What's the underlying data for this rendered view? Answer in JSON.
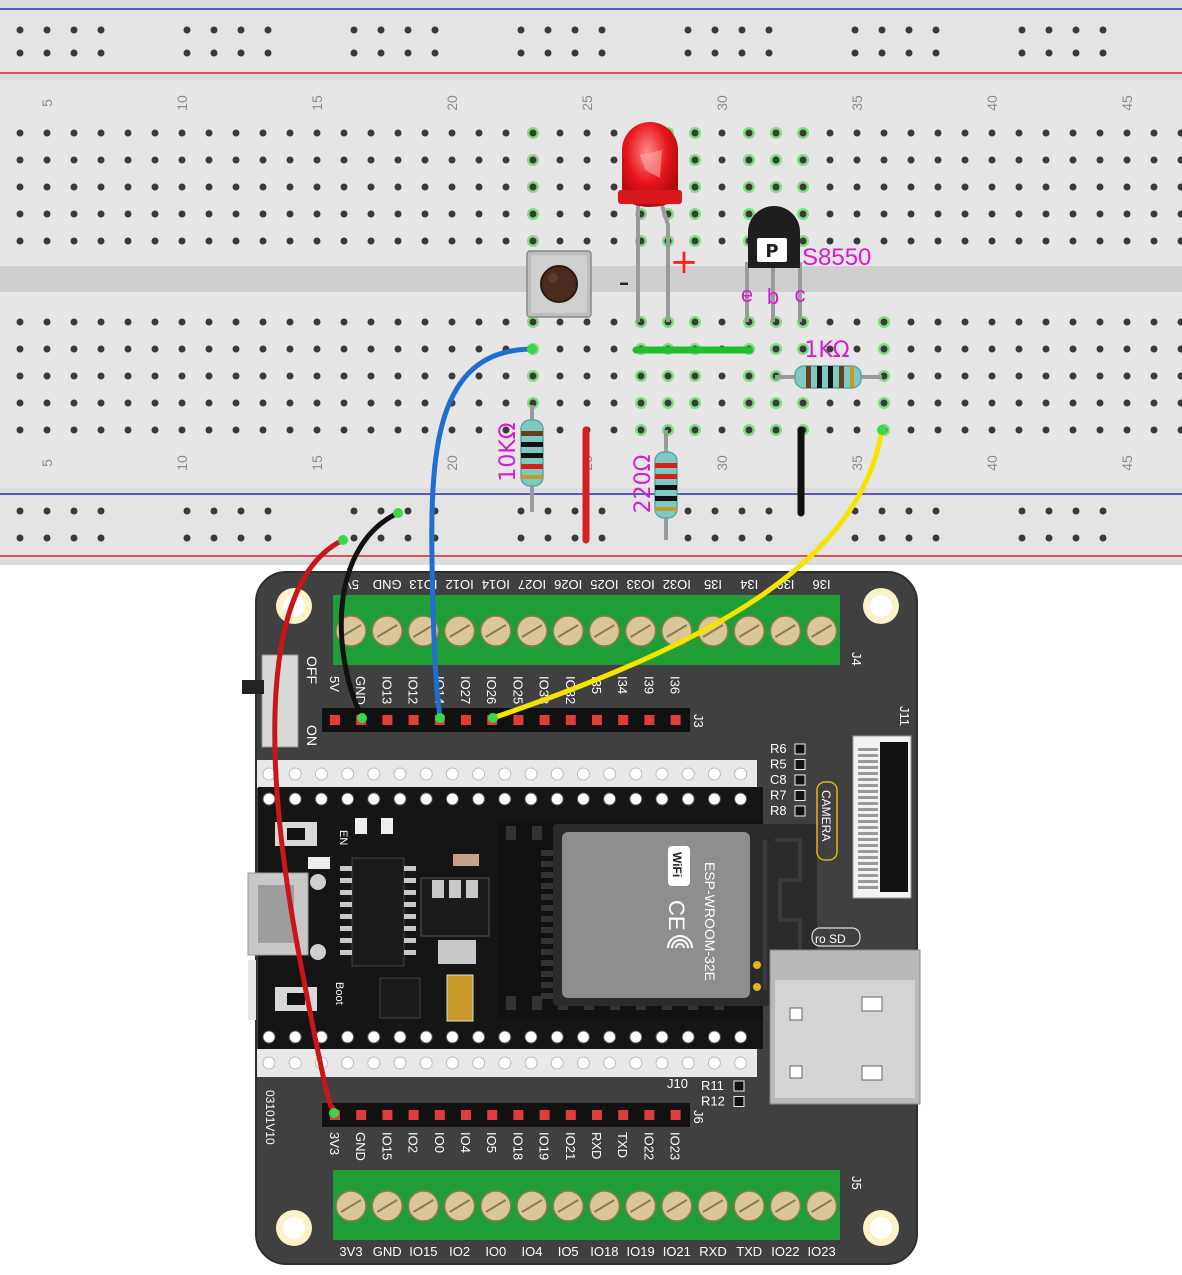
{
  "breadboard": {
    "column_numbers": [
      "5",
      "10",
      "15",
      "20",
      "25",
      "30",
      "35",
      "40",
      "45"
    ]
  },
  "components": {
    "led": {
      "plus_sign": "+",
      "minus_sign": "-"
    },
    "transistor": {
      "model": "S8550",
      "pins": [
        "e",
        "b",
        "c"
      ]
    },
    "resistor_1k": "1KΩ",
    "resistor_10k": "10KΩ",
    "resistor_220": "220Ω"
  },
  "board": {
    "top_terminal_labels": [
      "5V",
      "GND",
      "IO13",
      "IO12",
      "IO14",
      "IO27",
      "IO26",
      "IO25",
      "IO33",
      "IO32",
      "I35",
      "I34",
      "I39",
      "I36"
    ],
    "top_header_labels": [
      "5V",
      "GND",
      "IO13",
      "IO12",
      "IO14",
      "IO27",
      "IO26",
      "IO25",
      "IO33",
      "IO32",
      "I35",
      "I34",
      "I39",
      "I36"
    ],
    "bottom_header_labels": [
      "3V3",
      "GND",
      "IO15",
      "IO2",
      "IO0",
      "IO4",
      "IO5",
      "IO18",
      "IO19",
      "IO21",
      "RXD",
      "TXD",
      "IO22",
      "IO23"
    ],
    "bottom_terminal_labels": [
      "3V3",
      "GND",
      "IO15",
      "IO2",
      "IO0",
      "IO4",
      "IO5",
      "IO18",
      "IO19",
      "IO21",
      "RXD",
      "TXD",
      "IO22",
      "IO23"
    ],
    "connector_labels": {
      "j4": "J4",
      "j3": "J3",
      "j5": "J5",
      "j6": "J6",
      "j10": "J10",
      "j11": "J11"
    },
    "switch_labels": {
      "off": "OFF",
      "on": "ON"
    },
    "side_resistors": [
      "R6",
      "R5",
      "C8",
      "R7",
      "R8"
    ],
    "bottom_resistors": [
      "R11",
      "R12"
    ],
    "camera_label": "CAMERA",
    "sd_label": "ro SD",
    "version_label": "03101V10",
    "module_label": "ESP-WROOM-32E",
    "wifi_label": "WiFi",
    "ce_label": "CE",
    "en_label": "EN",
    "boot_label": "Boot"
  }
}
